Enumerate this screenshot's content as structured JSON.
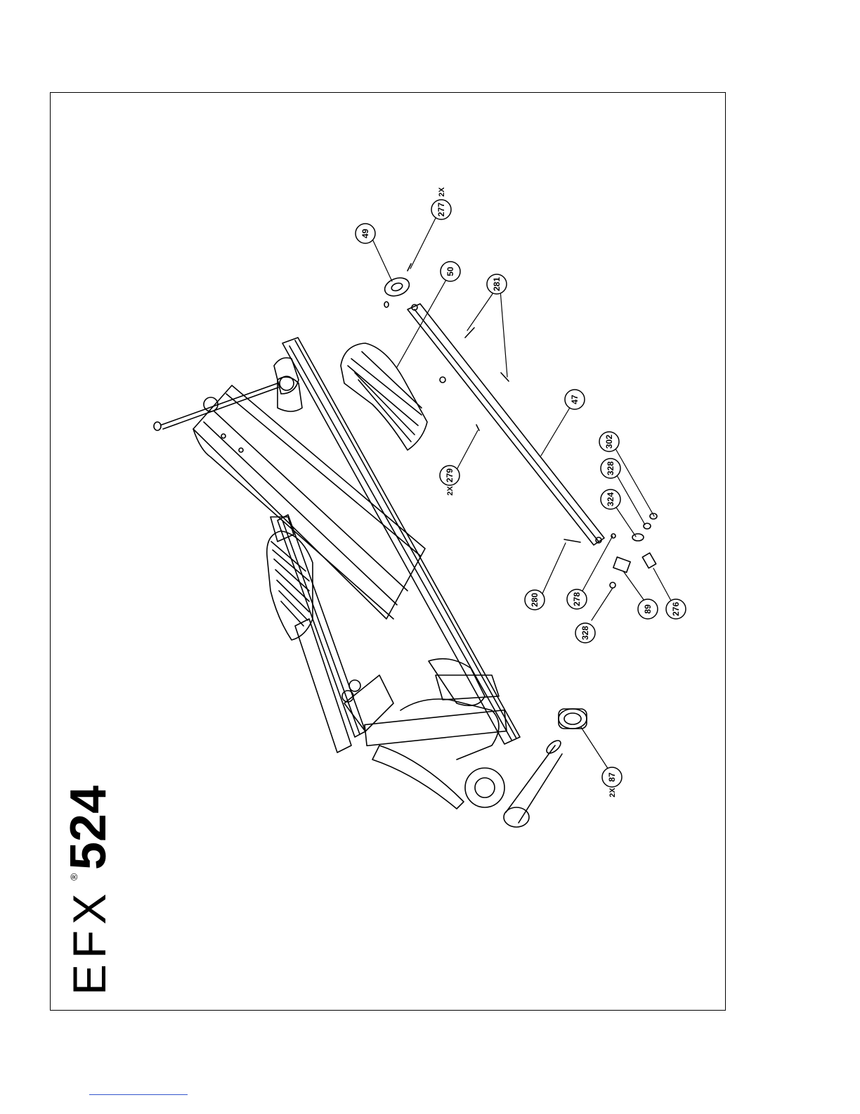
{
  "brand": {
    "model_prefix": "EFX",
    "registered_mark": "®",
    "model_number": "524"
  },
  "callouts": [
    {
      "id": "c49",
      "number": "49"
    },
    {
      "id": "c277",
      "number": "277",
      "qty": "2X"
    },
    {
      "id": "c50",
      "number": "50"
    },
    {
      "id": "c281",
      "number": "281"
    },
    {
      "id": "c47",
      "number": "47"
    },
    {
      "id": "c279",
      "number": "279",
      "qty": "2X"
    },
    {
      "id": "c302",
      "number": "302"
    },
    {
      "id": "c328a",
      "number": "328"
    },
    {
      "id": "c324",
      "number": "324"
    },
    {
      "id": "c280",
      "number": "280"
    },
    {
      "id": "c278",
      "number": "278"
    },
    {
      "id": "c89",
      "number": "89"
    },
    {
      "id": "c276",
      "number": "276"
    },
    {
      "id": "c328b",
      "number": "328"
    },
    {
      "id": "c87",
      "number": "87",
      "qty": "2X"
    }
  ]
}
